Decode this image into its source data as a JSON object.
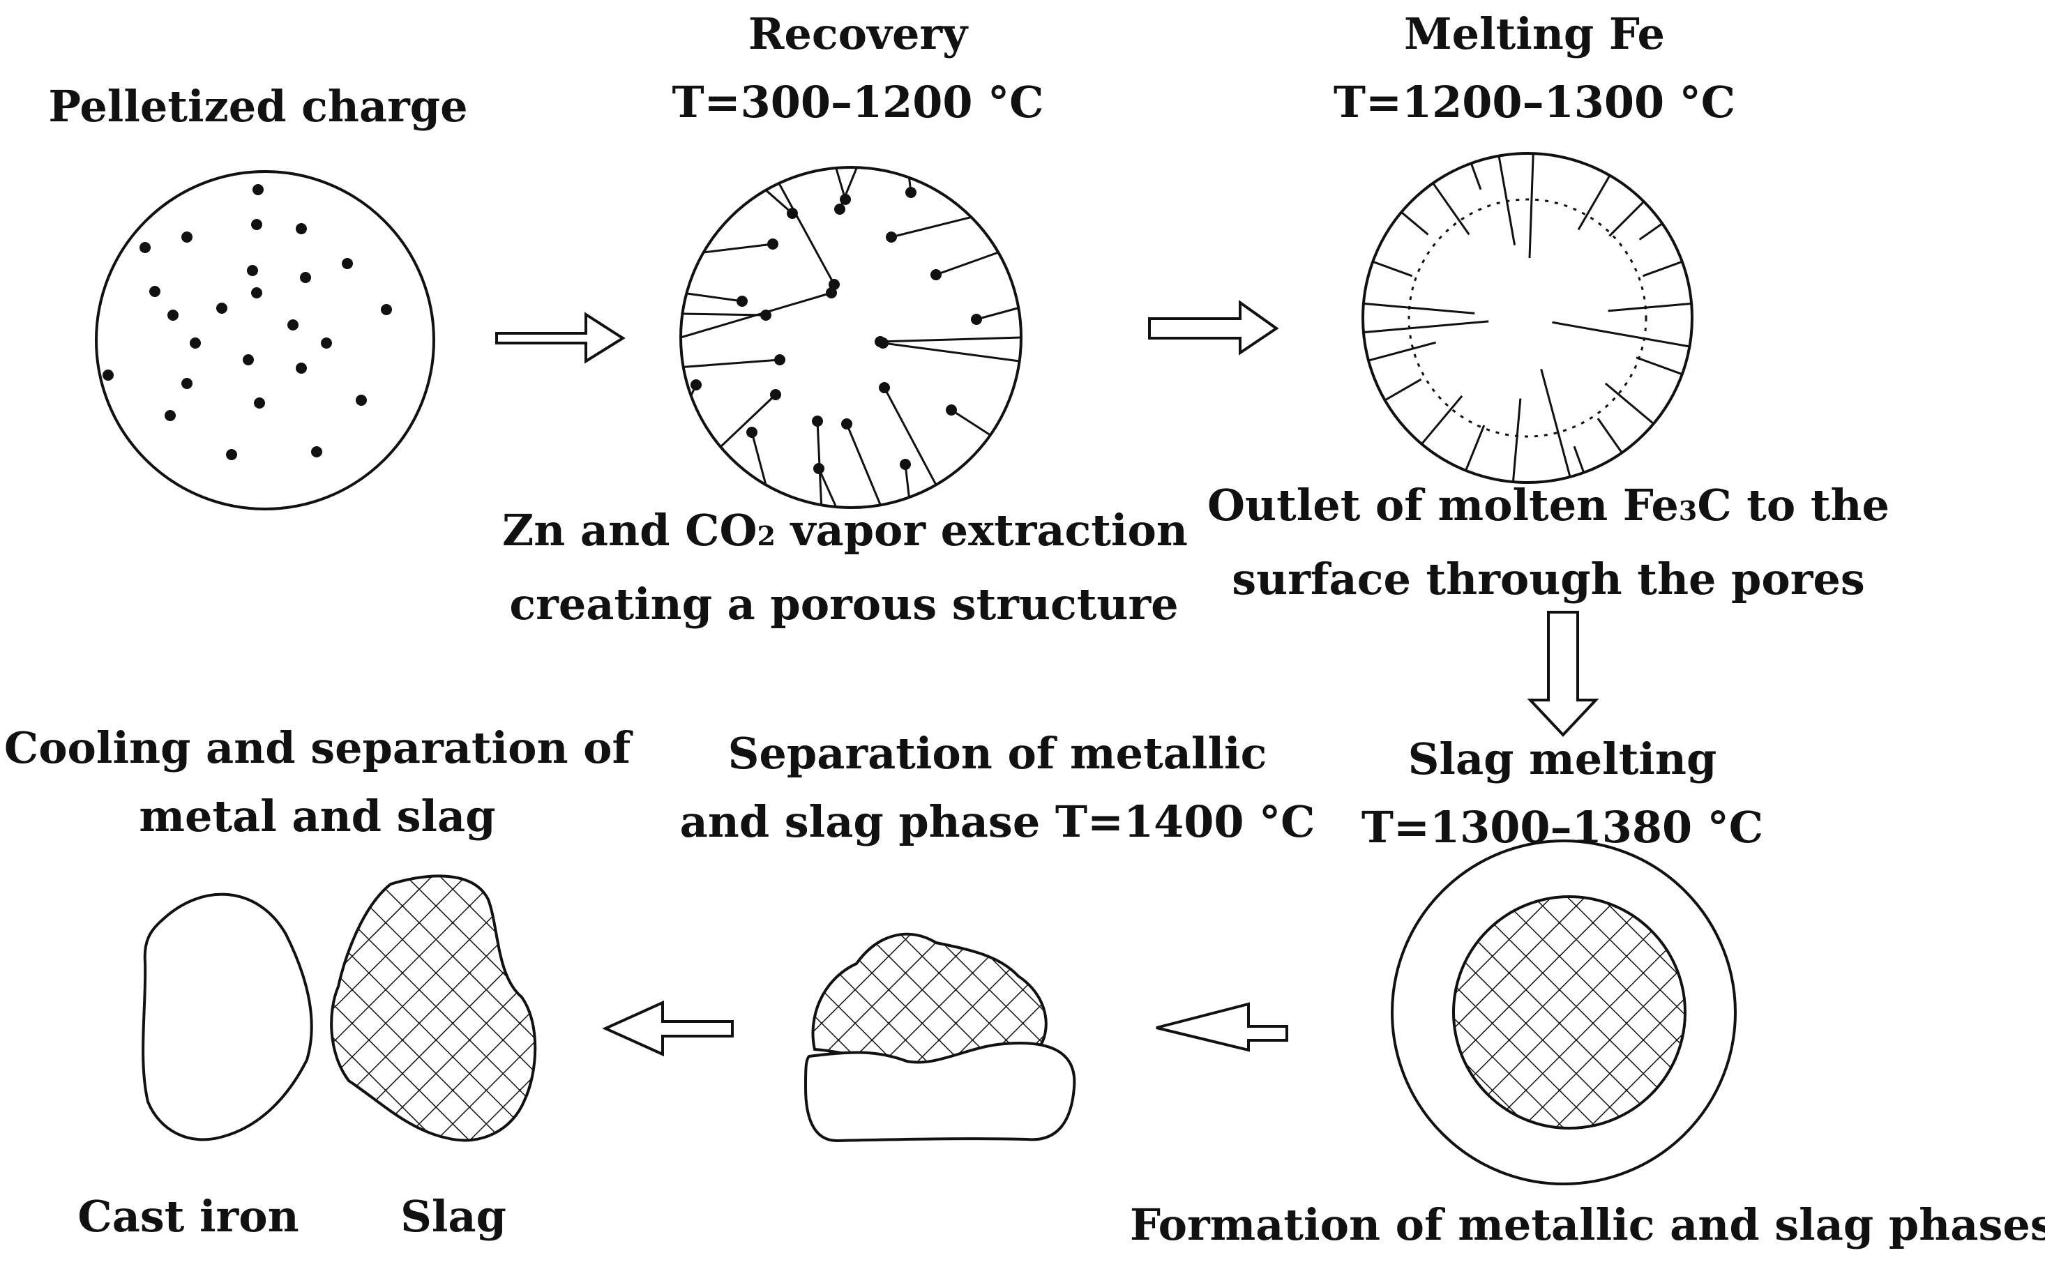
{
  "stages": {
    "pelletized": {
      "title": "Pelletized charge"
    },
    "recovery": {
      "title": "Recovery",
      "temperature": "T=300–1200 °C",
      "caption_line1_a": "Zn and CO",
      "caption_line1_sub": "2",
      "caption_line1_b": " vapor extraction",
      "caption_line2": "creating a porous structure"
    },
    "melting_fe": {
      "title": "Melting Fe",
      "temperature": "T=1200–1300 °C",
      "caption_line1_a": "Outlet of molten Fe",
      "caption_line1_sub": "3",
      "caption_line1_b": "C to the",
      "caption_line2": "surface through the pores"
    },
    "slag_melting": {
      "title": "Slag melting",
      "temperature": "T=1300–1380 °C",
      "caption": "Formation of metallic and slag phases"
    },
    "separation": {
      "title_line1": "Separation of metallic",
      "title_line2": "and slag phase T=1400 °C"
    },
    "cooling": {
      "title_line1": "Cooling and separation of",
      "title_line2": "metal and slag",
      "label_cast_iron": "Cast iron",
      "label_slag": "Slag"
    }
  },
  "colors": {
    "ink": "#111111",
    "background": "#ffffff"
  }
}
